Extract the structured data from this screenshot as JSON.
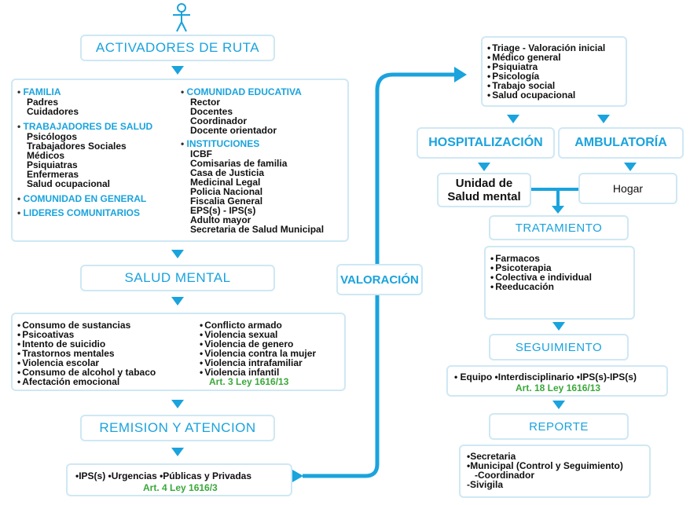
{
  "activadores": {
    "title": "ACTIVADORES DE RUTA",
    "familia": "FAMILIA",
    "familia_items": [
      "Padres",
      "Cuidadores"
    ],
    "trabajadores": "TRABAJADORES DE SALUD",
    "trabajadores_items": [
      "Psicólogos",
      "Trabajadores Sociales",
      "Médicos",
      "Psiquiatras",
      "Enfermeras",
      "Salud ocupacional"
    ],
    "comunidad_general": "COMUNIDAD EN GENERAL",
    "lideres": "LIDERES COMUNITARIOS",
    "comunidad_educativa": "COMUNIDAD EDUCATIVA",
    "educativa_items": [
      "Rector",
      "Docentes",
      "Coordinador",
      "Docente orientador"
    ],
    "instituciones": "INSTITUCIONES",
    "instituciones_items": [
      "ICBF",
      "Comisarias de familia",
      "Casa de Justicia",
      "Medicinal Legal",
      "Policia Nacional",
      "Fiscalia General",
      "EPS(s) - IPS(s)",
      "Adulto mayor",
      "Secretaria de Salud Municipal"
    ]
  },
  "salud_mental": {
    "title": "SALUD MENTAL",
    "left_items": [
      "Consumo de sustancias",
      "Psicoativas",
      "Intento de suicidio",
      "Trastornos mentales",
      "Violencia escolar",
      "Consumo de alcohol y tabaco",
      "Afectación emocional"
    ],
    "right_items": [
      "Conflicto armado",
      "Violencia sexual",
      "Violencia de genero",
      "Violencia contra la mujer",
      "Violencia intrafamiliar",
      "Violencia infantil"
    ],
    "law": "Art. 3 Ley 1616/13"
  },
  "remision": {
    "title": "REMISION Y ATENCION",
    "items_text": "•IPS(s) •Urgencias •Públicas y Privadas",
    "law": "Art. 4 Ley 1616/3"
  },
  "valoracion": {
    "label": "VALORACIÓN"
  },
  "triage": {
    "items": [
      "Triage - Valoración inicial",
      "Médico general",
      "Psiquiatra",
      "Psicología",
      "Trabajo social",
      "Salud ocupacional"
    ]
  },
  "hospitalizacion": {
    "label": "HOSPITALIZACIÓN"
  },
  "ambulatoria": {
    "label": "AMBULATORÍA"
  },
  "unidad": {
    "line1": "Unidad de",
    "line2": "Salud mental"
  },
  "hogar": {
    "label": "Hogar"
  },
  "tratamiento": {
    "title": "TRATAMIENTO",
    "items": [
      "Farmacos",
      "Psicoterapia",
      "Colectiva e individual",
      "Reeducación"
    ]
  },
  "seguimiento": {
    "title": "SEGUIMIENTO",
    "items_text": "• Equipo •Interdisciplinario •IPS(s)-IPS(s)",
    "law": "Art. 18 Ley 1616/13"
  },
  "reporte": {
    "title": "REPORTE",
    "items": [
      "•Secretaria",
      "•Municipal (Control y Seguimiento)",
      "-Coordinador",
      "-Sivigila"
    ]
  },
  "colors": {
    "accent": "#1aa3dd",
    "box_border": "#cfe8f4",
    "law_green": "#3aa83a"
  },
  "icons": [
    "person-icon"
  ]
}
